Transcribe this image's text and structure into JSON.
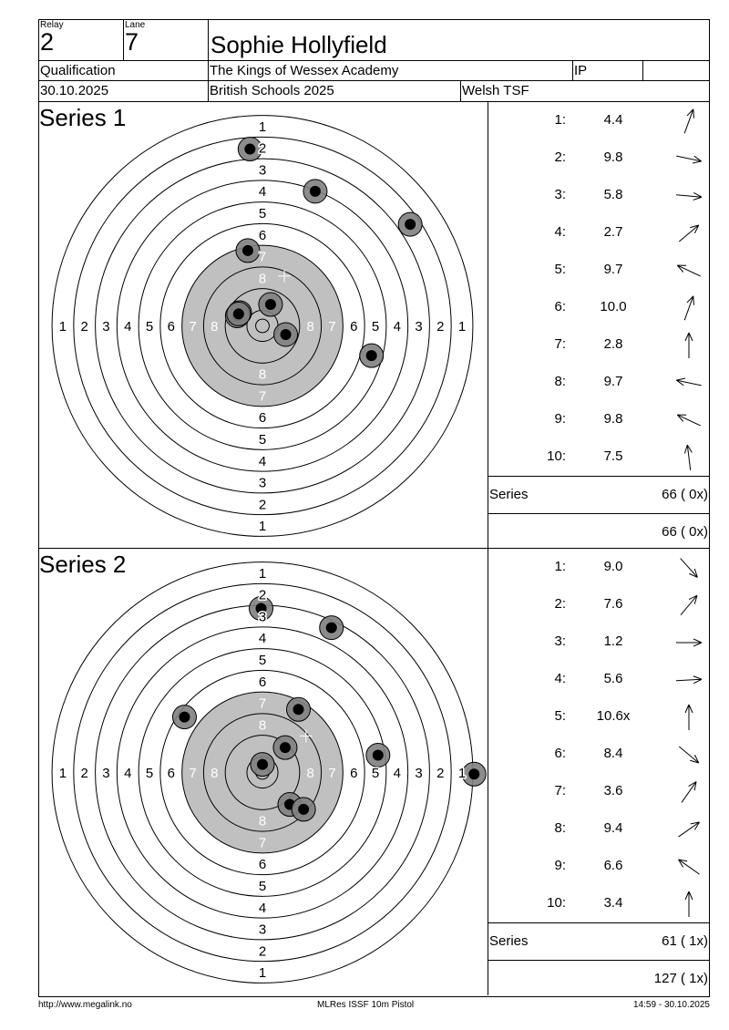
{
  "header": {
    "relay_label": "Relay",
    "relay": "2",
    "lane_label": "Lane",
    "lane": "7",
    "shooter_name": "Sophie Hollyfield",
    "event": "Qualification",
    "club": "The Kings of Wessex Academy",
    "class": "IP",
    "extra": "",
    "date": "30.10.2025",
    "competition": "British Schools 2025",
    "organisation": "Welsh TSF"
  },
  "colors": {
    "black_area": "#c0c0c0",
    "shot_outer": "#808080",
    "shot_inner": "#000000"
  },
  "ring_labels": [
    "1",
    "2",
    "3",
    "4",
    "5",
    "6",
    "7",
    "8"
  ],
  "chart_data": [
    {
      "type": "scatter",
      "title": "Series 1",
      "units": "mm from target centre",
      "mpi": {
        "x": 8.1,
        "y": 18.4
      },
      "shots": [
        {
          "n": "1:",
          "score": "4.4",
          "x": 19.5,
          "y": 49.7,
          "arrow_deg": 70
        },
        {
          "n": "2:",
          "score": "9.8",
          "x": 8.6,
          "y": -3.2,
          "arrow_deg": -12
        },
        {
          "n": "3:",
          "score": "5.8",
          "x": 40.3,
          "y": -11.0,
          "arrow_deg": -5
        },
        {
          "n": "4:",
          "score": "2.7",
          "x": 54.6,
          "y": 37.5,
          "arrow_deg": 40
        },
        {
          "n": "5:",
          "score": "9.7",
          "x": -8.4,
          "y": 4.9,
          "arrow_deg": 155
        },
        {
          "n": "6:",
          "score": "10.0",
          "x": 3.0,
          "y": 7.9,
          "arrow_deg": 70
        },
        {
          "n": "7:",
          "score": "2.8",
          "x": -4.6,
          "y": 65.3,
          "arrow_deg": 90
        },
        {
          "n": "8:",
          "score": "9.7",
          "x": -9.3,
          "y": 3.7,
          "arrow_deg": 168
        },
        {
          "n": "9:",
          "score": "9.8",
          "x": -8.8,
          "y": 4.4,
          "arrow_deg": 155
        },
        {
          "n": "10:",
          "score": "7.5",
          "x": -5.4,
          "y": 27.8,
          "arrow_deg": 97
        }
      ],
      "series_label": "Series",
      "series_total": "66 ( 0x)",
      "running_total": "66 ( 0x)"
    },
    {
      "type": "scatter",
      "title": "Series 2",
      "units": "mm from target centre",
      "mpi": {
        "x": 16.1,
        "y": 13.5
      },
      "shots": [
        {
          "n": "1:",
          "score": "9.0",
          "x": 10.1,
          "y": -11.8,
          "arrow_deg": -48
        },
        {
          "n": "2:",
          "score": "7.6",
          "x": 13.3,
          "y": 23.3,
          "arrow_deg": 50
        },
        {
          "n": "3:",
          "score": "1.2",
          "x": 78.2,
          "y": -0.6,
          "arrow_deg": 0
        },
        {
          "n": "4:",
          "score": "5.6",
          "x": 42.7,
          "y": 6.4,
          "arrow_deg": 3
        },
        {
          "n": "5:",
          "score": "10.6x",
          "x": 0.0,
          "y": 3.0,
          "arrow_deg": 90
        },
        {
          "n": "6:",
          "score": "8.4",
          "x": 15.2,
          "y": -13.6,
          "arrow_deg": -40
        },
        {
          "n": "7:",
          "score": "3.6",
          "x": 25.5,
          "y": 53.5,
          "arrow_deg": 55
        },
        {
          "n": "8:",
          "score": "9.4",
          "x": 8.4,
          "y": 9.2,
          "arrow_deg": 35
        },
        {
          "n": "9:",
          "score": "6.6",
          "x": -28.8,
          "y": 20.5,
          "arrow_deg": 145
        },
        {
          "n": "10:",
          "score": "3.4",
          "x": -0.5,
          "y": 60.6,
          "arrow_deg": 90
        }
      ],
      "series_label": "Series",
      "series_total": "61 ( 1x)",
      "running_total": "127 ( 1x)"
    }
  ],
  "footer": {
    "url": "http://www.megalink.no",
    "program": "MLRes ISSF 10m Pistol",
    "printed": "14:59 - 30.10.2025"
  }
}
